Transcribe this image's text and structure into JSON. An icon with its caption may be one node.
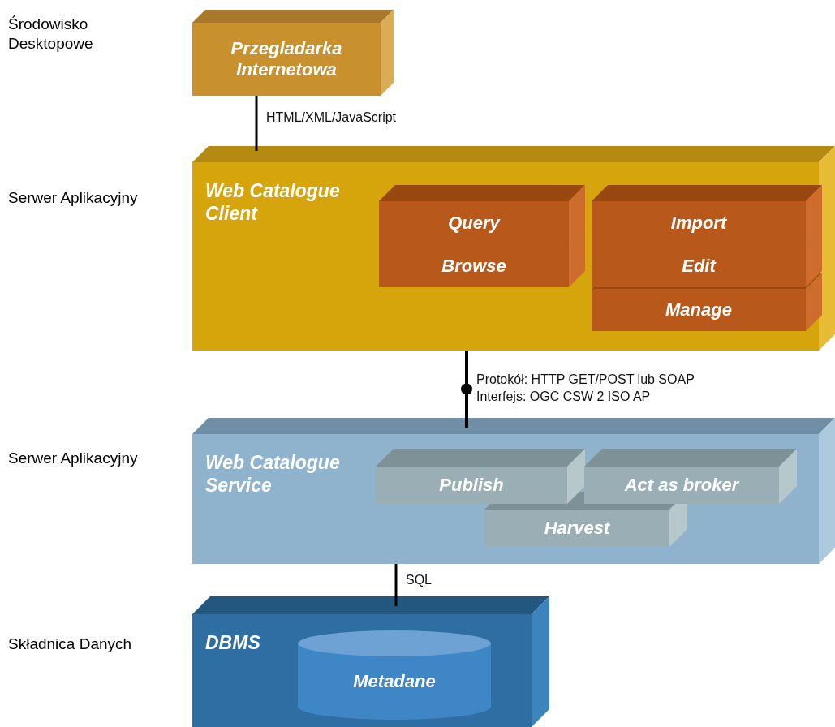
{
  "diagram": {
    "nodes": [
      {
        "text": [
          "Przegladarka Internetowa"
        ]
      },
      {
        "text": [
          "Web Catalogue Client"
        ]
      },
      {
        "text": [
          "Query"
        ],
        "in": 1
      },
      {
        "text": [
          "Browse"
        ],
        "in": 1
      },
      {
        "text": [
          "Import"
        ],
        "in": 1
      },
      {
        "text": [
          "Edit"
        ],
        "in": 1
      },
      {
        "text": [
          "Manage"
        ],
        "in": 1
      },
      {
        "text": [
          "Web Catalogue Service"
        ]
      },
      {
        "text": [
          "Publish"
        ],
        "in": 7
      },
      {
        "text": [
          "Act as broker"
        ],
        "in": 7
      },
      {
        "text": [
          "Harvest"
        ],
        "in": 7
      },
      {
        "text": [
          "DBMS"
        ]
      },
      {
        "text": [
          "Metadane"
        ],
        "in": 11
      }
    ],
    "edges": [
      {
        "from": 0,
        "to": 1,
        "arrow": "none",
        "label": "HTML/XML/JavaScript"
      },
      {
        "from": 1,
        "to": 7,
        "arrow": "none",
        "label": "Protokół: HTTP GET/POST lub SOAP Interfejs: OGC CSW 2 ISO AP"
      },
      {
        "from": 7,
        "to": 11,
        "arrow": "none",
        "label": "SQL"
      }
    ],
    "labels": [
      "Środowisko Desktopowe",
      "Serwer Aplikacyjny",
      "Serwer Aplikacyjny",
      "Składnica Danych"
    ]
  }
}
